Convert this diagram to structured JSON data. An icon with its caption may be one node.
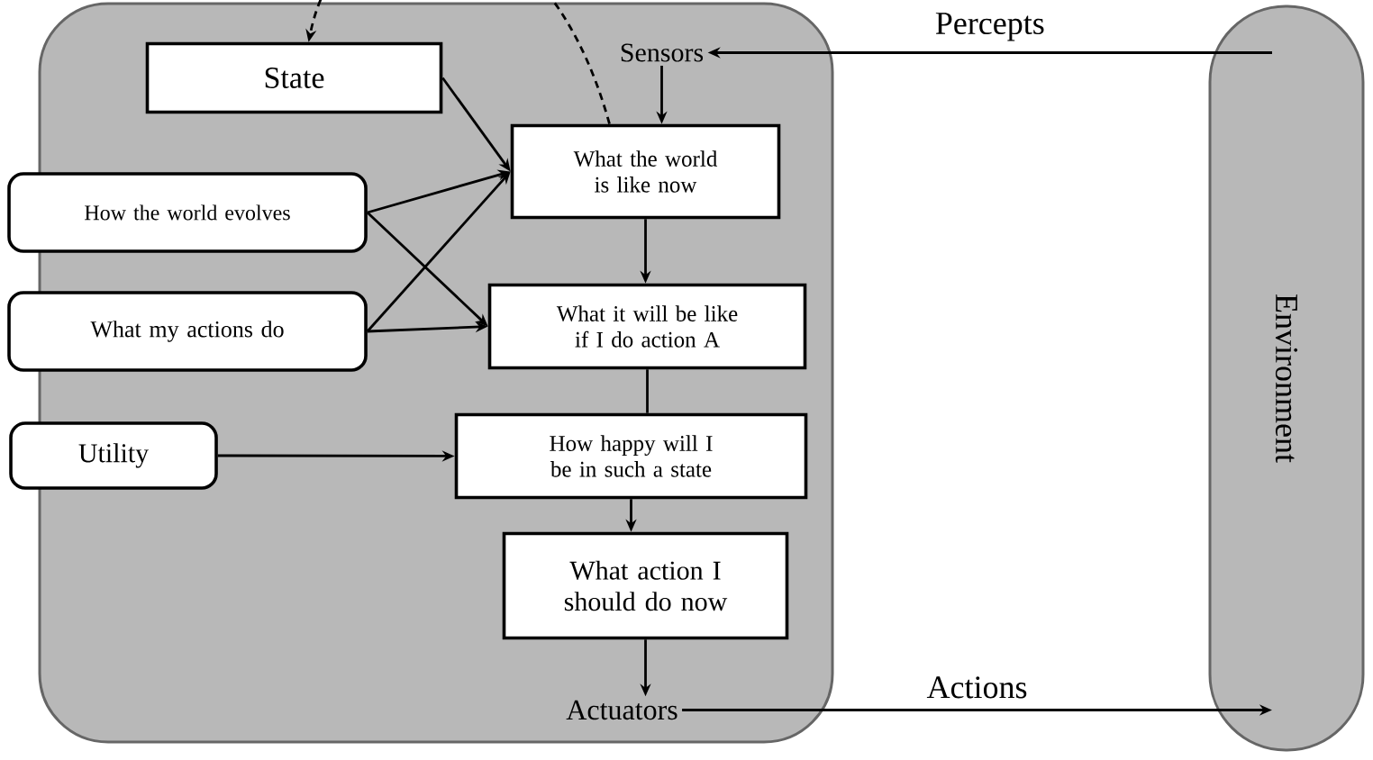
{
  "diagram": {
    "nodes": [
      {
        "text": [],
        "shape": "box"
      },
      {
        "text": [
          "Sensors"
        ],
        "in": 0
      },
      {
        "text": [
          "State"
        ],
        "in": 0
      },
      {
        "text": [
          "What the world is like now"
        ],
        "in": 0
      },
      {
        "text": [
          "How the world evolves"
        ]
      },
      {
        "text": [
          "What my actions do"
        ]
      },
      {
        "text": [
          "What it will be like if I do action A"
        ],
        "in": 0
      },
      {
        "text": [
          "Utility"
        ]
      },
      {
        "text": [
          "How happy will I be in such a state"
        ],
        "in": 0
      },
      {
        "text": [
          "What action I should do now"
        ],
        "in": 0
      },
      {
        "text": [
          "Actuators"
        ],
        "in": 0
      },
      {
        "text": [
          "Environment"
        ]
      }
    ],
    "edges": [
      {
        "from": 11,
        "to": 1,
        "arrow": "to",
        "label": "Percepts"
      },
      {
        "from": 1,
        "to": 3,
        "arrow": "to"
      },
      {
        "from": 2,
        "to": 3,
        "arrow": "to"
      },
      {
        "from": 4,
        "to": 3,
        "arrow": "to"
      },
      {
        "from": 5,
        "to": 3,
        "arrow": "to"
      },
      {
        "from": 4,
        "to": 6,
        "arrow": "to"
      },
      {
        "from": 5,
        "to": 6,
        "arrow": "to"
      },
      {
        "from": 3,
        "to": 6,
        "arrow": "to"
      },
      {
        "from": 3,
        "to": 2,
        "arrow": "to",
        "style": "dashed"
      },
      {
        "from": 6,
        "to": 8,
        "arrow": "none"
      },
      {
        "from": 7,
        "to": 8,
        "arrow": "to"
      },
      {
        "from": 8,
        "to": 9,
        "arrow": "to"
      },
      {
        "from": 9,
        "to": 10,
        "arrow": "to"
      },
      {
        "from": 10,
        "to": 11,
        "arrow": "to",
        "label": "Actions"
      }
    ]
  }
}
